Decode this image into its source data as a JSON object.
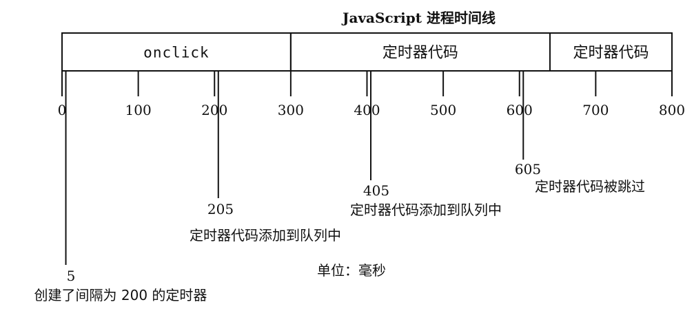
{
  "title": "JavaScript 进程时间线",
  "unit_label": "单位：毫秒",
  "axis": {
    "min": 0,
    "max": 800,
    "tick_labels": [
      "0",
      "100",
      "200",
      "300",
      "400",
      "500",
      "600",
      "700",
      "800"
    ],
    "tick_values": [
      0,
      100,
      200,
      300,
      400,
      500,
      600,
      700,
      800
    ]
  },
  "segments": [
    {
      "label": "onclick",
      "start": 0,
      "end": 300,
      "mono": true
    },
    {
      "label": "定时器代码",
      "start": 300,
      "end": 640,
      "mono": false
    },
    {
      "label": "定时器代码",
      "start": 640,
      "end": 800,
      "mono": false
    }
  ],
  "events": [
    {
      "time": 5,
      "number": "5",
      "text": "创建了间隔为 200 的定时器"
    },
    {
      "time": 205,
      "number": "205",
      "text": "定时器代码添加到队列中"
    },
    {
      "time": 405,
      "number": "405",
      "text": "定时器代码添加到队列中"
    },
    {
      "time": 605,
      "number": "605",
      "text": "定时器代码被跳过"
    }
  ]
}
